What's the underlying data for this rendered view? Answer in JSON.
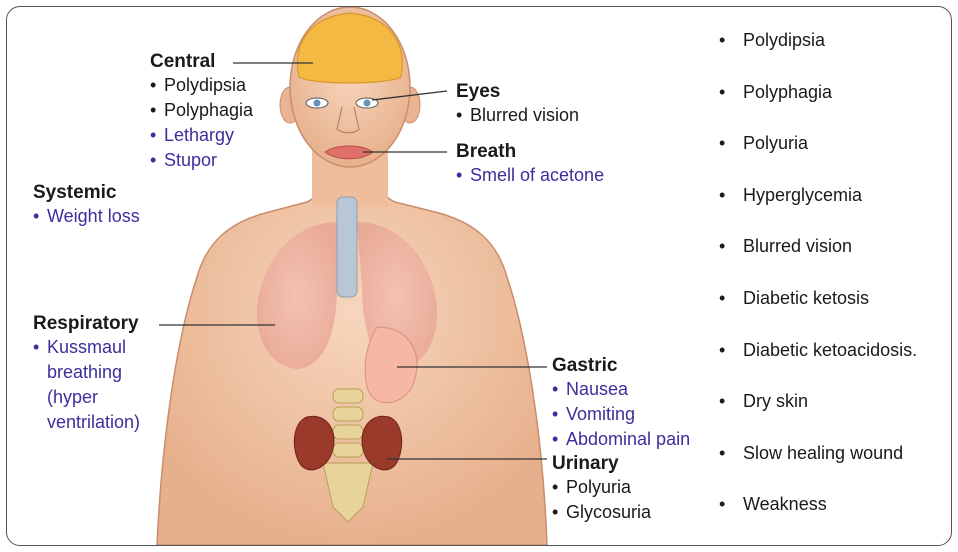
{
  "central": {
    "title": "Central",
    "items": [
      "Polydipsia",
      "Polyphagia",
      "Lethargy",
      "Stupor"
    ]
  },
  "eyes": {
    "title": "Eyes",
    "items": [
      "Blurred vision"
    ]
  },
  "breath": {
    "title": "Breath",
    "items": [
      "Smell of acetone"
    ]
  },
  "systemic": {
    "title": "Systemic",
    "items": [
      "Weight loss"
    ]
  },
  "respiratory": {
    "title": "Respiratory",
    "items": [
      "Kussmaul",
      "breathing",
      "(hyper",
      "ventrilation)"
    ]
  },
  "gastric": {
    "title": "Gastric",
    "items": [
      "Nausea",
      "Vomiting",
      "Abdominal pain"
    ]
  },
  "urinary": {
    "title": "Urinary",
    "items": [
      "Polyuria",
      "Glycosuria"
    ]
  },
  "symptoms": [
    "Polydipsia",
    "Polyphagia",
    "Polyuria",
    "Hyperglycemia",
    "Blurred vision",
    "Diabetic ketosis",
    "Diabetic ketoacidosis.",
    "Dry skin",
    "Slow healing wound",
    "Weakness"
  ],
  "bullet": "•",
  "colors": {
    "black_text": "#1a1a1a",
    "blue_text": "#3a2f9b",
    "skin": "#f0c4a4",
    "brain": "#f4b942",
    "kidney": "#9b3a2a",
    "spine": "#e8d49a"
  }
}
